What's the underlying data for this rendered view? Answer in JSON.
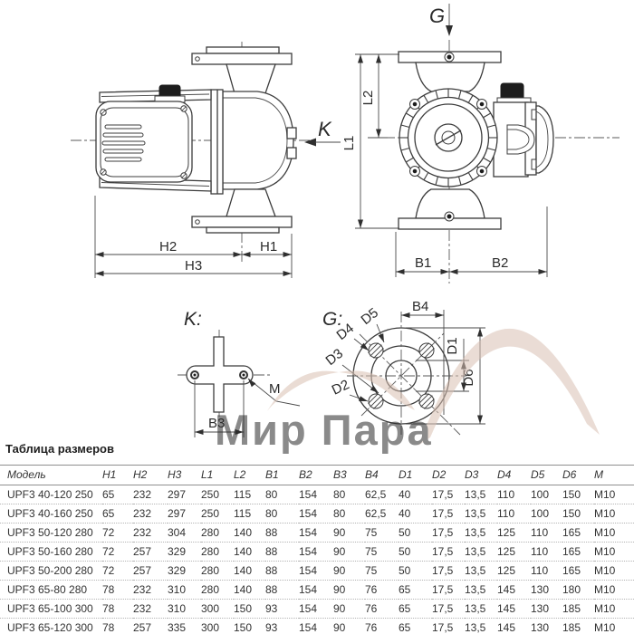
{
  "drawing": {
    "side_view": {
      "label_k": "K",
      "dim_h1": "H1",
      "dim_h2": "H2",
      "dim_h3": "H3"
    },
    "front_view": {
      "label_g": "G",
      "dim_l1": "L1",
      "dim_l2": "L2",
      "dim_b1": "B1",
      "dim_b2": "B2"
    },
    "k_view": {
      "title": "K:",
      "dim_b3": "B3",
      "label_m": "M"
    },
    "g_view": {
      "title": "G:",
      "dim_b4": "B4",
      "dim_d1": "D1",
      "dim_d2": "D2",
      "dim_d3": "D3",
      "dim_d4": "D4",
      "dim_d5": "D5",
      "dim_d6": "D6"
    }
  },
  "watermark": {
    "text": "Мир Пара",
    "color": "#d2b6a6"
  },
  "table": {
    "title": "Таблица размеров",
    "columns": [
      "Модель",
      "H1",
      "H2",
      "H3",
      "L1",
      "L2",
      "B1",
      "B2",
      "B3",
      "B4",
      "D1",
      "D2",
      "D3",
      "D4",
      "D5",
      "D6",
      "M"
    ],
    "rows": [
      [
        "UPF3 40-120 250",
        "65",
        "232",
        "297",
        "250",
        "115",
        "80",
        "154",
        "80",
        "62,5",
        "40",
        "17,5",
        "13,5",
        "110",
        "100",
        "150",
        "M10"
      ],
      [
        "UPF3 40-160 250",
        "65",
        "232",
        "297",
        "250",
        "115",
        "80",
        "154",
        "80",
        "62,5",
        "40",
        "17,5",
        "13,5",
        "110",
        "100",
        "150",
        "M10"
      ],
      [
        "UPF3 50-120 280",
        "72",
        "232",
        "304",
        "280",
        "140",
        "88",
        "154",
        "90",
        "75",
        "50",
        "17,5",
        "13,5",
        "125",
        "110",
        "165",
        "M10"
      ],
      [
        "UPF3 50-160 280",
        "72",
        "257",
        "329",
        "280",
        "140",
        "88",
        "154",
        "90",
        "75",
        "50",
        "17,5",
        "13,5",
        "125",
        "110",
        "165",
        "M10"
      ],
      [
        "UPF3 50-200 280",
        "72",
        "257",
        "329",
        "280",
        "140",
        "88",
        "154",
        "90",
        "75",
        "50",
        "17,5",
        "13,5",
        "125",
        "110",
        "165",
        "M10"
      ],
      [
        "UPF3 65-80 280",
        "78",
        "232",
        "310",
        "280",
        "140",
        "88",
        "154",
        "90",
        "76",
        "65",
        "17,5",
        "13,5",
        "145",
        "130",
        "180",
        "M10"
      ],
      [
        "UPF3 65-100 300",
        "78",
        "232",
        "310",
        "300",
        "150",
        "93",
        "154",
        "90",
        "76",
        "65",
        "17,5",
        "13,5",
        "145",
        "130",
        "185",
        "M10"
      ],
      [
        "UPF3 65-120 300",
        "78",
        "257",
        "335",
        "300",
        "150",
        "93",
        "154",
        "90",
        "76",
        "65",
        "17,5",
        "13,5",
        "145",
        "130",
        "185",
        "M10"
      ]
    ]
  }
}
